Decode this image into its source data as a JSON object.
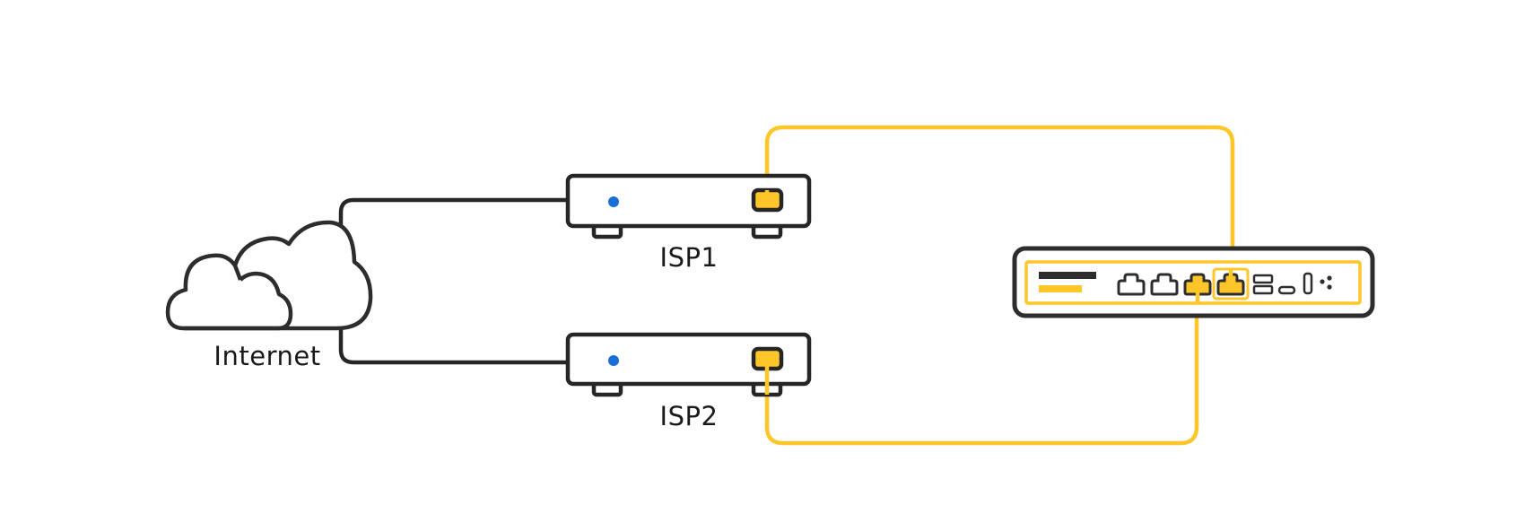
{
  "diagram": {
    "title": "Dual ISP connection to gateway",
    "colors": {
      "outline": "#2d2d2d",
      "cable_dark": "#262626",
      "cable_active": "#ffc629",
      "led": "#1a6fd6",
      "background": "#ffffff"
    },
    "nodes": {
      "internet": {
        "label": "Internet",
        "icon": "cloud-icon"
      },
      "isp1": {
        "label": "ISP1",
        "icon": "modem-icon",
        "status_led": "blue"
      },
      "isp2": {
        "label": "ISP2",
        "icon": "modem-icon",
        "status_led": "blue"
      },
      "gateway": {
        "icon": "gateway-icon",
        "rj45_ports": 4,
        "active_ports": [
          3,
          4
        ],
        "highlighted_port": 4,
        "other_ports": [
          "usb-icon",
          "usb-c-icon",
          "sfp-icon",
          "console-icon"
        ]
      }
    },
    "connections": [
      {
        "from": "internet",
        "to": "isp1",
        "style": "dark"
      },
      {
        "from": "internet",
        "to": "isp2",
        "style": "dark"
      },
      {
        "from": "isp1",
        "to": "gateway-port-4",
        "style": "active"
      },
      {
        "from": "isp2",
        "to": "gateway-port-3",
        "style": "active"
      }
    ]
  }
}
